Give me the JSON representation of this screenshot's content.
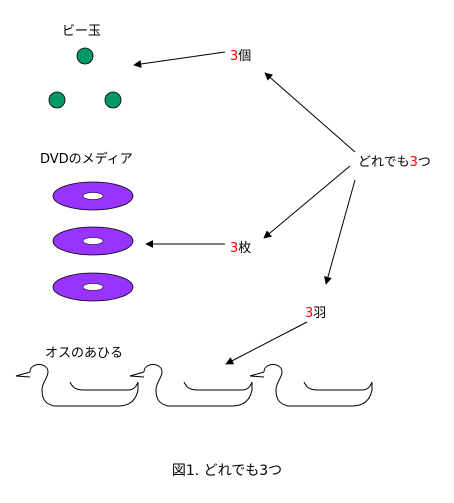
{
  "labels": {
    "marbles": "ビー玉",
    "dvds": "DVDのメディア",
    "ducks": "オスのあひる"
  },
  "counters": {
    "ko": {
      "number": "3",
      "unit": "個"
    },
    "mai": {
      "number": "3",
      "unit": "枚"
    },
    "wa": {
      "number": "3",
      "unit": "羽"
    },
    "all": {
      "prefix": "どれでも",
      "number": "3",
      "unit": "つ"
    }
  },
  "caption": "図1. どれでも3つ",
  "colors": {
    "marble": "#009966",
    "disc": "#9933ff",
    "highlight": "#ff0000",
    "line": "#000000"
  }
}
